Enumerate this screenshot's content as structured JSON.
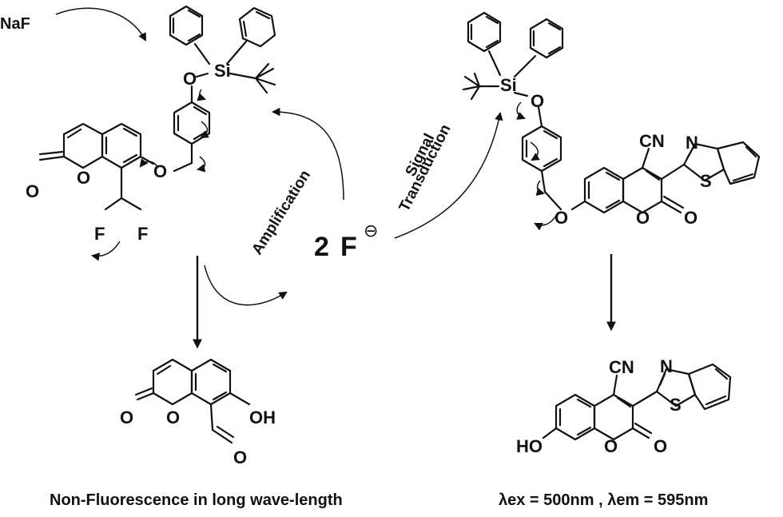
{
  "reagent": "NaF",
  "center": {
    "coefficient": "2",
    "ion": "F",
    "charge": "⊖"
  },
  "paths": {
    "amplification": "Amplification",
    "signal_line1": "Signal",
    "signal_line2": "Transduction"
  },
  "atoms": {
    "si": "Si",
    "o": "O",
    "f": "F",
    "cn": "CN",
    "n": "N",
    "s": "S",
    "oh": "OH",
    "ho": "HO"
  },
  "captions": {
    "left": "Non-Fluorescence in long wave-length",
    "right": "λex = 500nm , λem = 595nm"
  }
}
